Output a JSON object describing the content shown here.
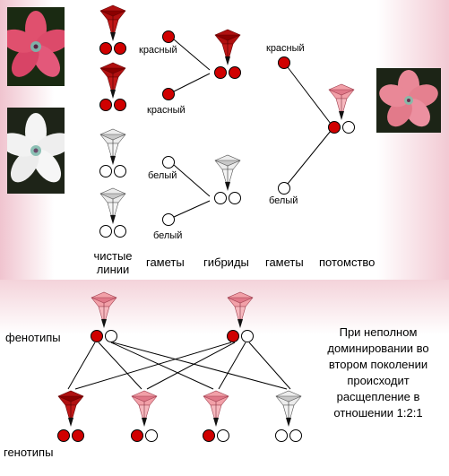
{
  "labels": {
    "red": "красный",
    "white": "белый"
  },
  "stages": {
    "pure_lines": "чистые линии",
    "gametes": "гаметы",
    "hybrids": "гибриды",
    "offspring": "потомство"
  },
  "bottom": {
    "phenotypes": "фенотипы",
    "genotypes": "генотипы",
    "note": "При неполном доминировании во втором поколении происходит расщепление в отношении 1:2:1"
  },
  "colors": {
    "red_flower": "#b01010",
    "pink_flower": "#f2a0a8",
    "white_flower": "#e0e0e0",
    "allele_red": "#d00000",
    "allele_white": "#ffffff",
    "photo_red": "#e0506e",
    "photo_white": "#f2f2f2",
    "photo_pink": "#e98897"
  }
}
